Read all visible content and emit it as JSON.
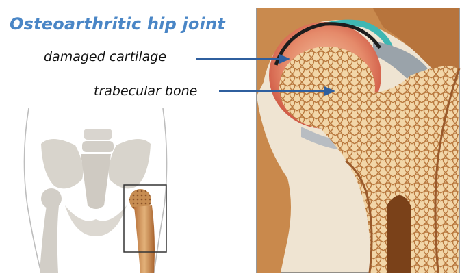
{
  "figure": {
    "title": "Osteoarthritic hip joint",
    "labels": {
      "cartilage": "damaged cartilage",
      "bone": "trabecular bone"
    }
  },
  "colors": {
    "title": "#4a86c6",
    "arrow": "#2f5f9e",
    "bone_outer": "#c8864a",
    "bone_inner": "#e9c08a",
    "cartilage": "#3fb7b3",
    "pelvis": "#d8d4cc"
  }
}
